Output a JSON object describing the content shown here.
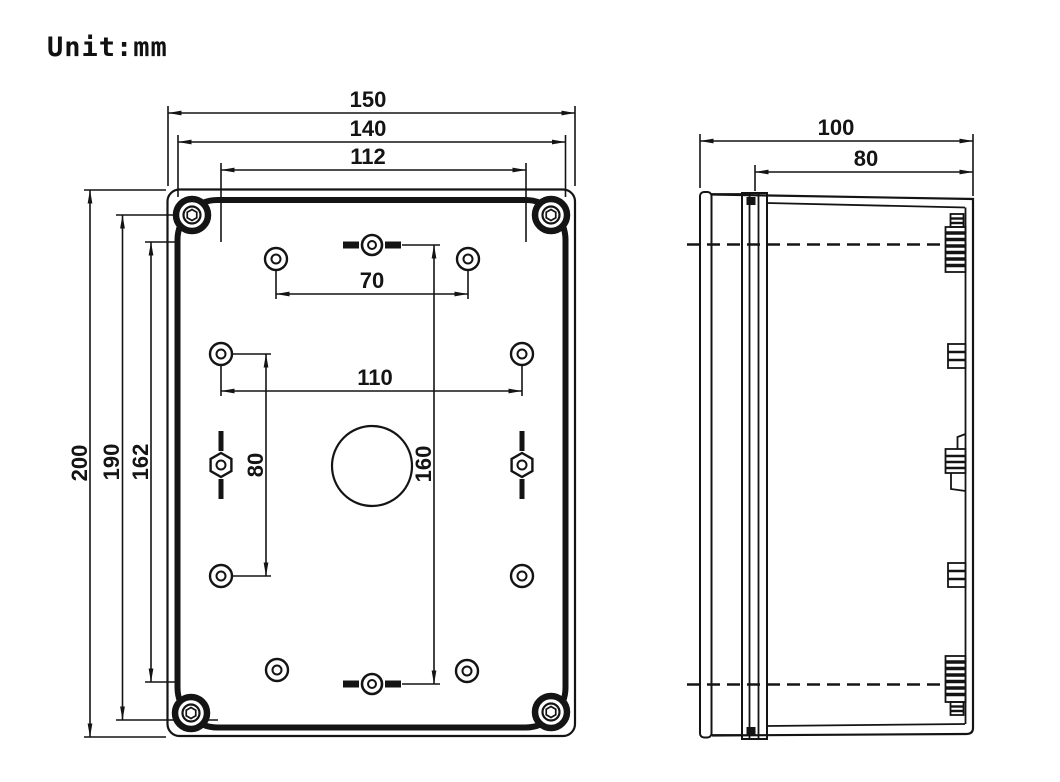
{
  "unit": "Unit:mm",
  "front": {
    "overall_width": "150",
    "lid_width": "140",
    "inner_width": "112",
    "top_hole_spacing": "70",
    "mid_hole_spacing": "110",
    "overall_height": "200",
    "mount_hole_spacing_v": "190",
    "inner_height": "162",
    "side_hole_spacing_v": "80",
    "center_hole_spacing_v": "160"
  },
  "side": {
    "overall_depth": "100",
    "body_depth": "80"
  },
  "colors": {
    "line": "#141414",
    "background": "#ffffff"
  }
}
